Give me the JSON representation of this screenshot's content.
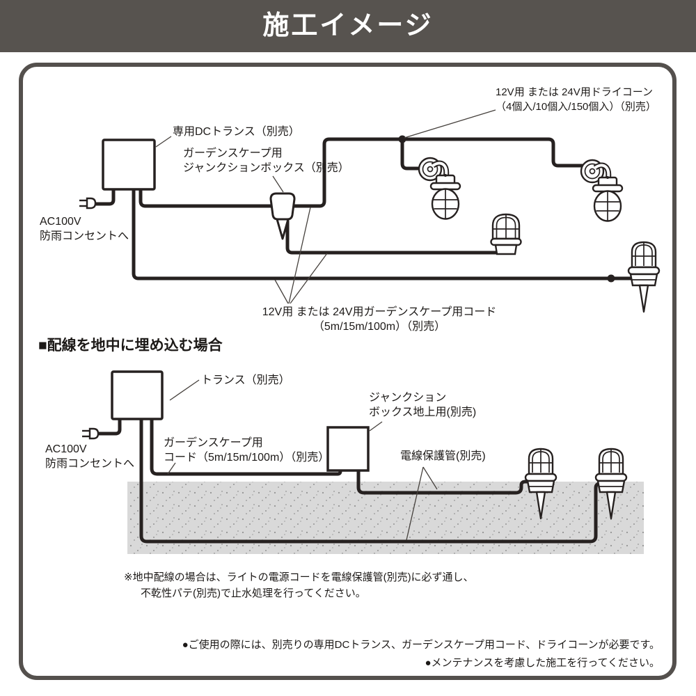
{
  "header": {
    "title": "施工イメージ"
  },
  "colors": {
    "header_bg": "#57534f",
    "border": "#54504d",
    "wire": "#262120",
    "ground": "#d9d9d9",
    "text": "#1c1917"
  },
  "icons": {
    "transformer": "transformer-box",
    "plug": "power-plug",
    "junction_box": "junction-box",
    "wall_light": "wall-mounted-marine-light",
    "dome_light": "dome-cage-light",
    "spike_light": "garden-spike-light",
    "ground": "speckled-soil"
  },
  "top_diagram": {
    "label_dc_transformer": "専用DCトランス（別売）",
    "label_junction_box_l1": "ガーデンスケープ用",
    "label_junction_box_l2": "ジャンクションボックス（別売）",
    "label_dry_cone_l1": "12V用 または 24V用ドライコーン",
    "label_dry_cone_l2": "（4個入/10個入/150個入）（別売）",
    "label_outlet_l1": "AC100V",
    "label_outlet_l2": "防雨コンセントへ",
    "label_cord_l1": "12V用 または 24V用ガーデンスケープ用コード",
    "label_cord_l2": "（5m/15m/100m）（別売）"
  },
  "bottom_diagram": {
    "section_title": "■配線を地中に埋め込む場合",
    "label_transformer": "トランス（別売）",
    "label_outlet_l1": "AC100V",
    "label_outlet_l2": "防雨コンセントへ",
    "label_cord_l1": "ガーデンスケープ用",
    "label_cord_l2": "コード（5m/15m/100m）（別売）",
    "label_junction_box_l1": "ジャンクション",
    "label_junction_box_l2": "ボックス地上用(別売)",
    "label_protection_tube": "電線保護管(別売)",
    "note_l1": "※地中配線の場合は、ライトの電源コードを電線保護管(別売)に必ず通し、",
    "note_l2": "不乾性パテ(別売)で止水処理を行ってください。"
  },
  "footer": {
    "note1": "●ご使用の際には、別売りの専用DCトランス、ガーデンスケープ用コード、ドライコーンが必要です。",
    "note2": "●メンテナンスを考慮した施工を行ってください。"
  }
}
